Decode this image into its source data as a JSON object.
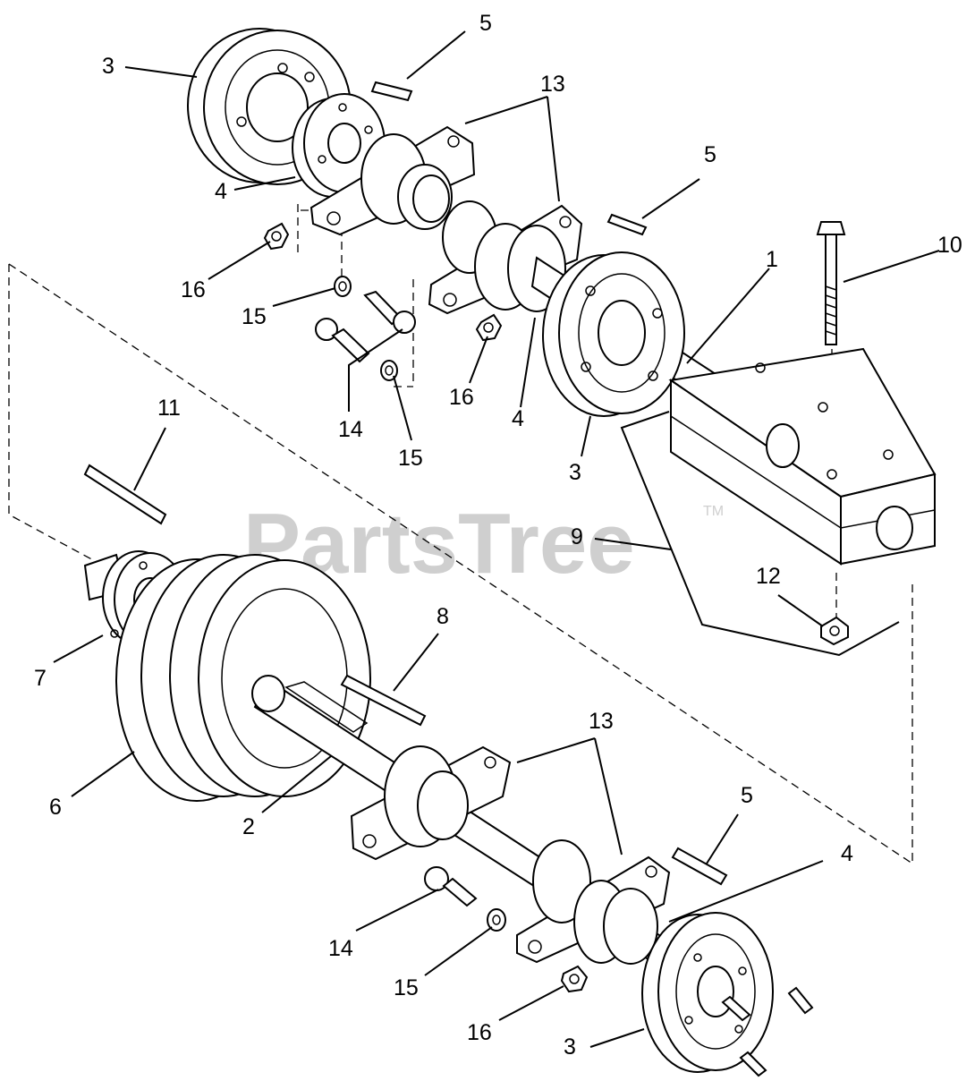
{
  "watermark": {
    "brand": "PartsTree",
    "tm": "TM"
  },
  "callouts": {
    "c1": "1",
    "c2": "2",
    "c3a": "3",
    "c3b": "3",
    "c3c": "3",
    "c4a": "4",
    "c4b": "4",
    "c4c": "4",
    "c5a": "5",
    "c5b": "5",
    "c5c": "5",
    "c6": "6",
    "c7": "7",
    "c8": "8",
    "c9": "9",
    "c10": "10",
    "c11": "11",
    "c12": "12",
    "c13a": "13",
    "c13b": "13",
    "c14a": "14",
    "c14b": "14",
    "c15a": "15",
    "c15b": "15",
    "c15c": "15",
    "c16a": "16",
    "c16b": "16",
    "c16c": "16"
  }
}
